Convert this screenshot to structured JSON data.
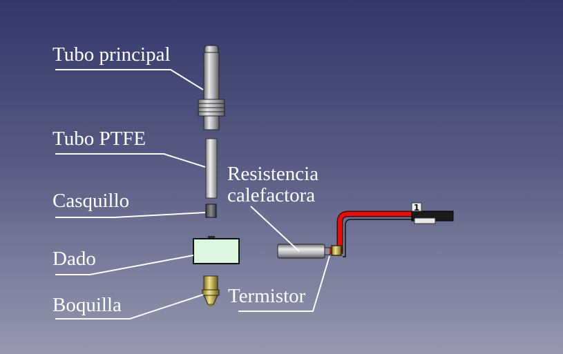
{
  "labels": {
    "tubo_principal": "Tubo principal",
    "tubo_ptfe": "Tubo PTFE",
    "casquillo": "Casquillo",
    "dado": "Dado",
    "boquilla": "Boquilla",
    "termistor": "Termistor",
    "resistencia_line1": "Resistencia",
    "resistencia_line2": "calefactora",
    "connector_marker": "1"
  },
  "colors": {
    "background_top": "#33376a",
    "background_bottom": "#9598ad",
    "label_text": "#ffffff",
    "metal": "#b8b8bc",
    "ptfe": "#cfcfd2",
    "heater_block": "#dcf6df",
    "nozzle": "#c8bd5c",
    "wire_red": "#e01010",
    "thermistor": "#c89a1e"
  }
}
